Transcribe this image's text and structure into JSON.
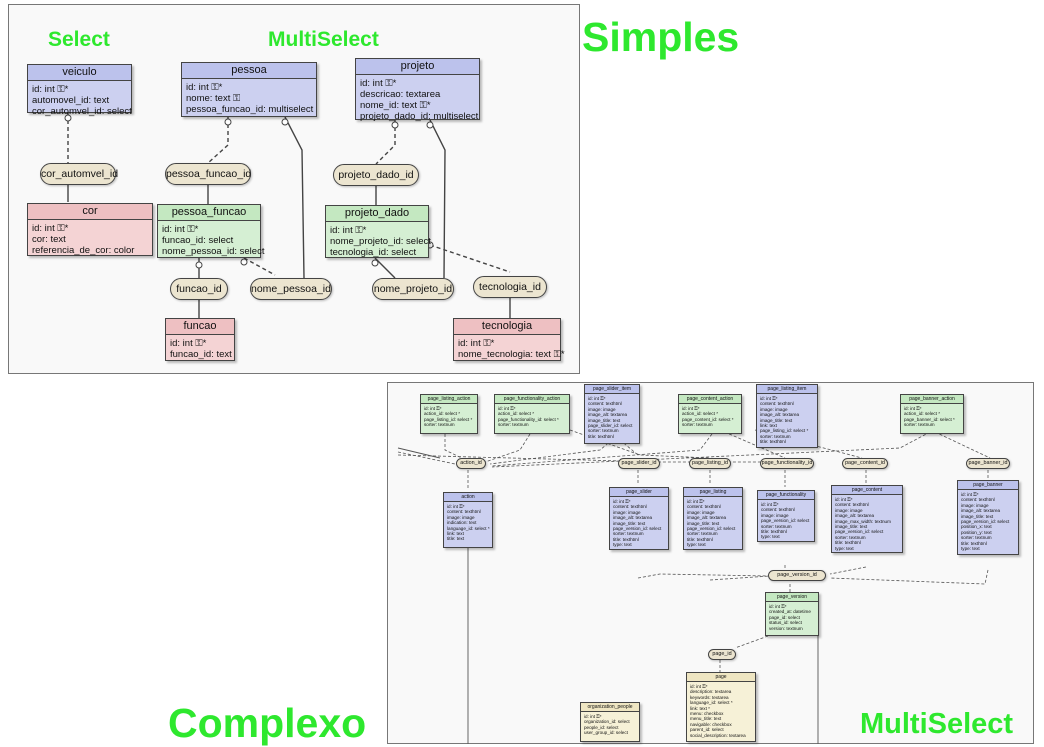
{
  "titles": {
    "simples": "Simples",
    "complexo": "Complexo",
    "multiselect": "MultiSelect"
  },
  "top": {
    "labels": {
      "select": "Select",
      "multiselect": "MultiSelect"
    },
    "entities": {
      "veiculo": {
        "title": "veiculo",
        "fields": [
          "id: int ⚿*",
          "automovel_id: text",
          "cor_automvel_id: select"
        ]
      },
      "cor": {
        "title": "cor",
        "fields": [
          "id: int ⚿*",
          "cor: text",
          "referencia_de_cor: color"
        ]
      },
      "pessoa": {
        "title": "pessoa",
        "fields": [
          "id: int ⚿*",
          "nome: text ⚿",
          "pessoa_funcao_id: multiselect"
        ]
      },
      "pessoa_funcao": {
        "title": "pessoa_funcao",
        "fields": [
          "id: int ⚿*",
          "funcao_id: select",
          "nome_pessoa_id: select"
        ]
      },
      "funcao": {
        "title": "funcao",
        "fields": [
          "id: int ⚿*",
          "funcao_id: text"
        ]
      },
      "projeto": {
        "title": "projeto",
        "fields": [
          "id: int ⚿*",
          "descricao: textarea",
          "nome_id: text ⚿*",
          "projeto_dado_id: multiselect"
        ]
      },
      "projeto_dado": {
        "title": "projeto_dado",
        "fields": [
          "id: int ⚿*",
          "nome_projeto_id: select",
          "tecnologia_id: select"
        ]
      },
      "tecnologia": {
        "title": "tecnologia",
        "fields": [
          "id: int ⚿*",
          "nome_tecnologia: text ⚿*"
        ]
      }
    },
    "pills": {
      "cor_automvel_id": "cor_automvel_id",
      "pessoa_funcao_id": "pessoa_funcao_id",
      "funcao_id": "funcao_id",
      "nome_pessoa_id": "nome_pessoa_id",
      "projeto_dado_id": "projeto_dado_id",
      "nome_projeto_id": "nome_projeto_id",
      "tecnologia_id": "tecnologia_id"
    }
  },
  "bottom": {
    "entities": {
      "page_listing_action": {
        "title": "page_listing_action",
        "fields": [
          "id: int ⚿*",
          "action_id: select *",
          "page_listing_id: select *",
          "sorter: textnum"
        ]
      },
      "page_functionality_action": {
        "title": "page_functionality_action",
        "fields": [
          "id: int ⚿*",
          "action_id: select *",
          "page_functionality_id: select *",
          "sorter: textnum"
        ]
      },
      "page_slider_item": {
        "title": "page_slider_item",
        "fields": [
          "id: int ⚿*",
          "content: texthtml",
          "image: image",
          "image_alt: textarea",
          "image_title: text",
          "page_slider_id: select",
          "sorter: textnum",
          "title: texthtml"
        ]
      },
      "page_content_action": {
        "title": "page_content_action",
        "fields": [
          "id: int ⚿*",
          "action_id: select *",
          "page_content_id: select *",
          "sorter: textnum"
        ]
      },
      "page_listing_item": {
        "title": "page_listing_item",
        "fields": [
          "id: int ⚿*",
          "content: texthtml",
          "image: image",
          "image_alt: textarea",
          "image_title: text",
          "link: text",
          "page_listing_id: select *",
          "sorter: textnum",
          "title: texthtml"
        ]
      },
      "page_banner_action": {
        "title": "page_banner_action",
        "fields": [
          "id: int ⚿*",
          "action_id: select *",
          "page_banner_id: select *",
          "sorter: textnum"
        ]
      },
      "action": {
        "title": "action",
        "fields": [
          "id: int ⚿*",
          "content: texthtml",
          "image: image",
          "indication: text",
          "language_id: select *",
          "link: text",
          "title: text"
        ]
      },
      "page_slider": {
        "title": "page_slider",
        "fields": [
          "id: int ⚿*",
          "content: texthtml",
          "image: image",
          "image_alt: textarea",
          "image_title: text",
          "page_version_id: select",
          "sorter: textnum",
          "title: texthtml",
          "type: text"
        ]
      },
      "page_listing": {
        "title": "page_listing",
        "fields": [
          "id: int ⚿*",
          "content: texthtml",
          "image: image",
          "image_alt: textarea",
          "image_title: text",
          "page_version_id: select",
          "sorter: textnum",
          "title: texthtml",
          "type: text"
        ]
      },
      "page_functionality": {
        "title": "page_functionality",
        "fields": [
          "id: int ⚿*",
          "content: texthtml",
          "image: image",
          "page_version_id: select",
          "sorter: textnum",
          "title: texthtml",
          "type: text"
        ]
      },
      "page_content": {
        "title": "page_content",
        "fields": [
          "id: int ⚿*",
          "content: texthtml",
          "image: image",
          "image_alt: textarea",
          "image_max_width: textnum",
          "image_title: text",
          "page_version_id: select",
          "sorter: textnum",
          "title: texthtml",
          "type: text"
        ]
      },
      "page_banner": {
        "title": "page_banner",
        "fields": [
          "id: int ⚿*",
          "content: texthtml",
          "image: image",
          "image_alt: textarea",
          "image_title: text",
          "page_version_id: select",
          "position_x: text",
          "position_y: text",
          "sorter: textnum",
          "title: texthtml",
          "type: text"
        ]
      },
      "page_version": {
        "title": "page_version",
        "fields": [
          "id: int ⚿*",
          "created_at: datetime",
          "page_id: select",
          "status_id: select",
          "version: textnum"
        ]
      },
      "page": {
        "title": "page",
        "fields": [
          "id: int ⚿*",
          "description: textarea",
          "keywords: textarea",
          "language_id: select *",
          "link: text *",
          "menu: checkbox",
          "menu_title: text",
          "navigable: checkbox",
          "parent_id: select",
          "social_description: textarea"
        ]
      },
      "organization_people": {
        "title": "organization_people",
        "fields": [
          "id: int ⚿*",
          "organization_id: select",
          "people_id: select",
          "user_group_id: select"
        ]
      }
    },
    "pills": {
      "action_id": "action_id",
      "page_slider_id": "page_slider_id",
      "page_listing_id": "page_listing_id",
      "page_functionality_id": "page_functionality_id",
      "page_content_id": "page_content_id",
      "page_banner_id": "page_banner_id",
      "page_version_id": "page_version_id",
      "page_id": "page_id"
    }
  }
}
